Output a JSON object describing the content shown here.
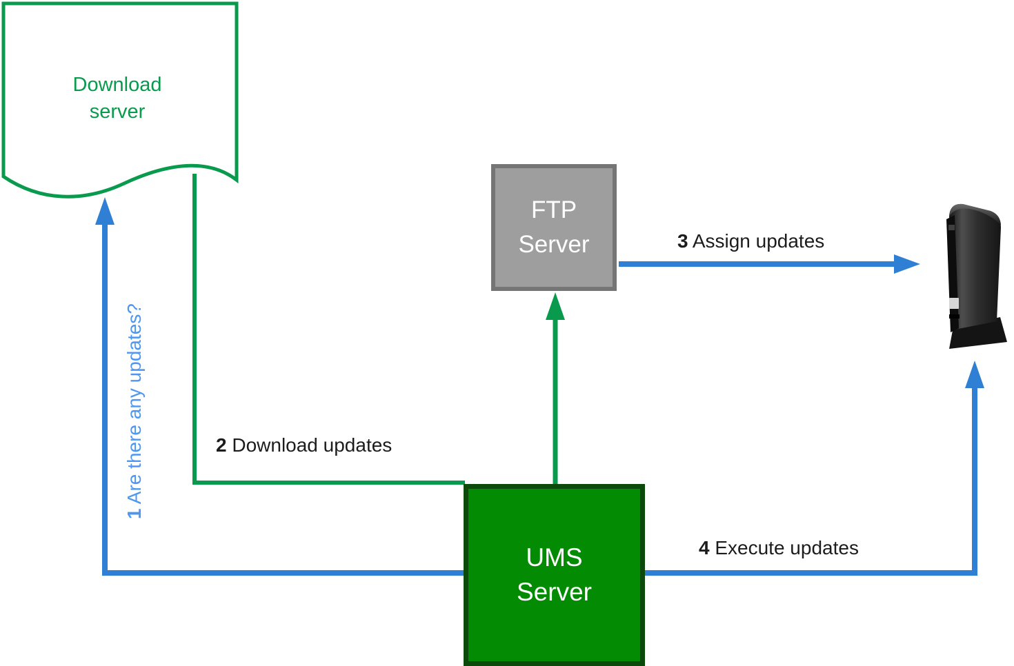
{
  "colors": {
    "green": "#0a9a4e",
    "blue": "#2f80d4",
    "blue_light": "#4d97f0",
    "ums_fill": "#038b03",
    "ums_border": "#0b4a0b",
    "ftp_fill": "#9e9e9e",
    "ftp_border": "#757575",
    "text_dark": "#1c1c1c"
  },
  "nodes": {
    "download_server": {
      "lines": [
        "Download",
        "server"
      ]
    },
    "ftp_server": {
      "lines": [
        "FTP",
        "Server"
      ]
    },
    "ums_server": {
      "lines": [
        "UMS",
        "Server"
      ]
    },
    "thin_client": {
      "name": "thin-client-device"
    }
  },
  "arrows": [
    {
      "number": "1",
      "label": "Are there any updates?",
      "from": "ums_server",
      "to": "download_server"
    },
    {
      "number": "2",
      "label": "Download updates",
      "from": "download_server",
      "to": "ums_server"
    },
    {
      "number": "3",
      "label": "Assign updates",
      "from": "ftp_server",
      "to": "thin_client"
    },
    {
      "number": "4",
      "label": "Execute updates",
      "from": "ums_server",
      "to": "thin_client"
    }
  ]
}
